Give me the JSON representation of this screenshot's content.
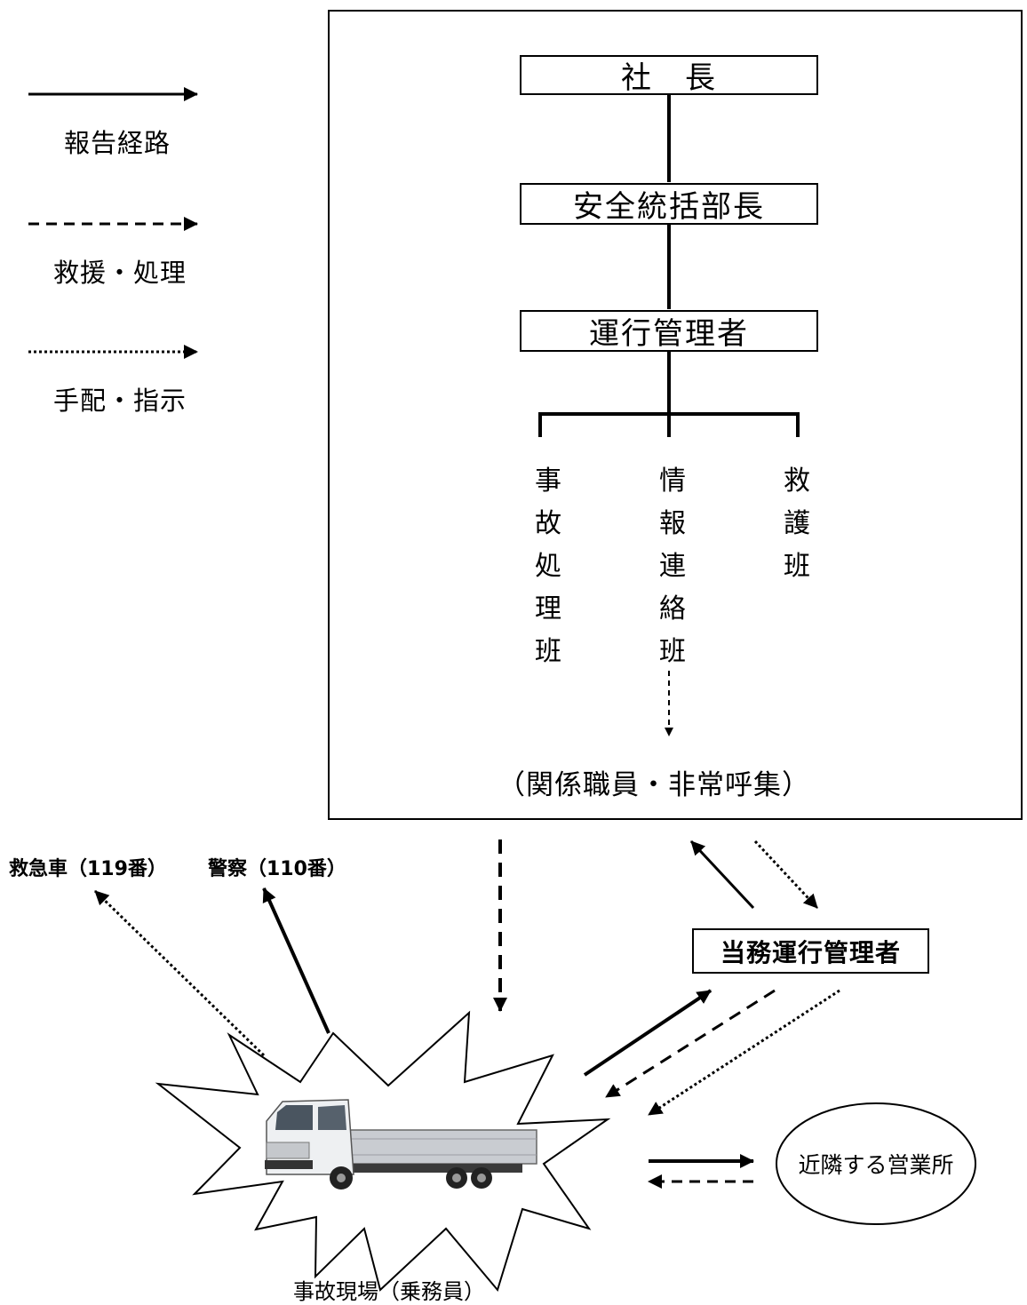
{
  "legend": {
    "report": "報告経路",
    "rescue": "救援・処理",
    "dispatch": "手配・指示"
  },
  "org": {
    "president": "社　長",
    "safety_head": "安全統括部長",
    "operations_manager": "運行管理者",
    "team_accident": [
      "事",
      "故",
      "処",
      "理",
      "班"
    ],
    "team_info": [
      "情",
      "報",
      "連",
      "絡",
      "班"
    ],
    "team_rescue": [
      "救",
      "護",
      "班"
    ],
    "staff_call": "（関係職員・非常呼集）"
  },
  "external": {
    "ambulance": "救急車（119番）",
    "police": "警察（110番）",
    "duty_manager": "当務運行管理者",
    "nearby_office": "近隣する営業所",
    "accident_site": "事故現場（乗務員）"
  }
}
